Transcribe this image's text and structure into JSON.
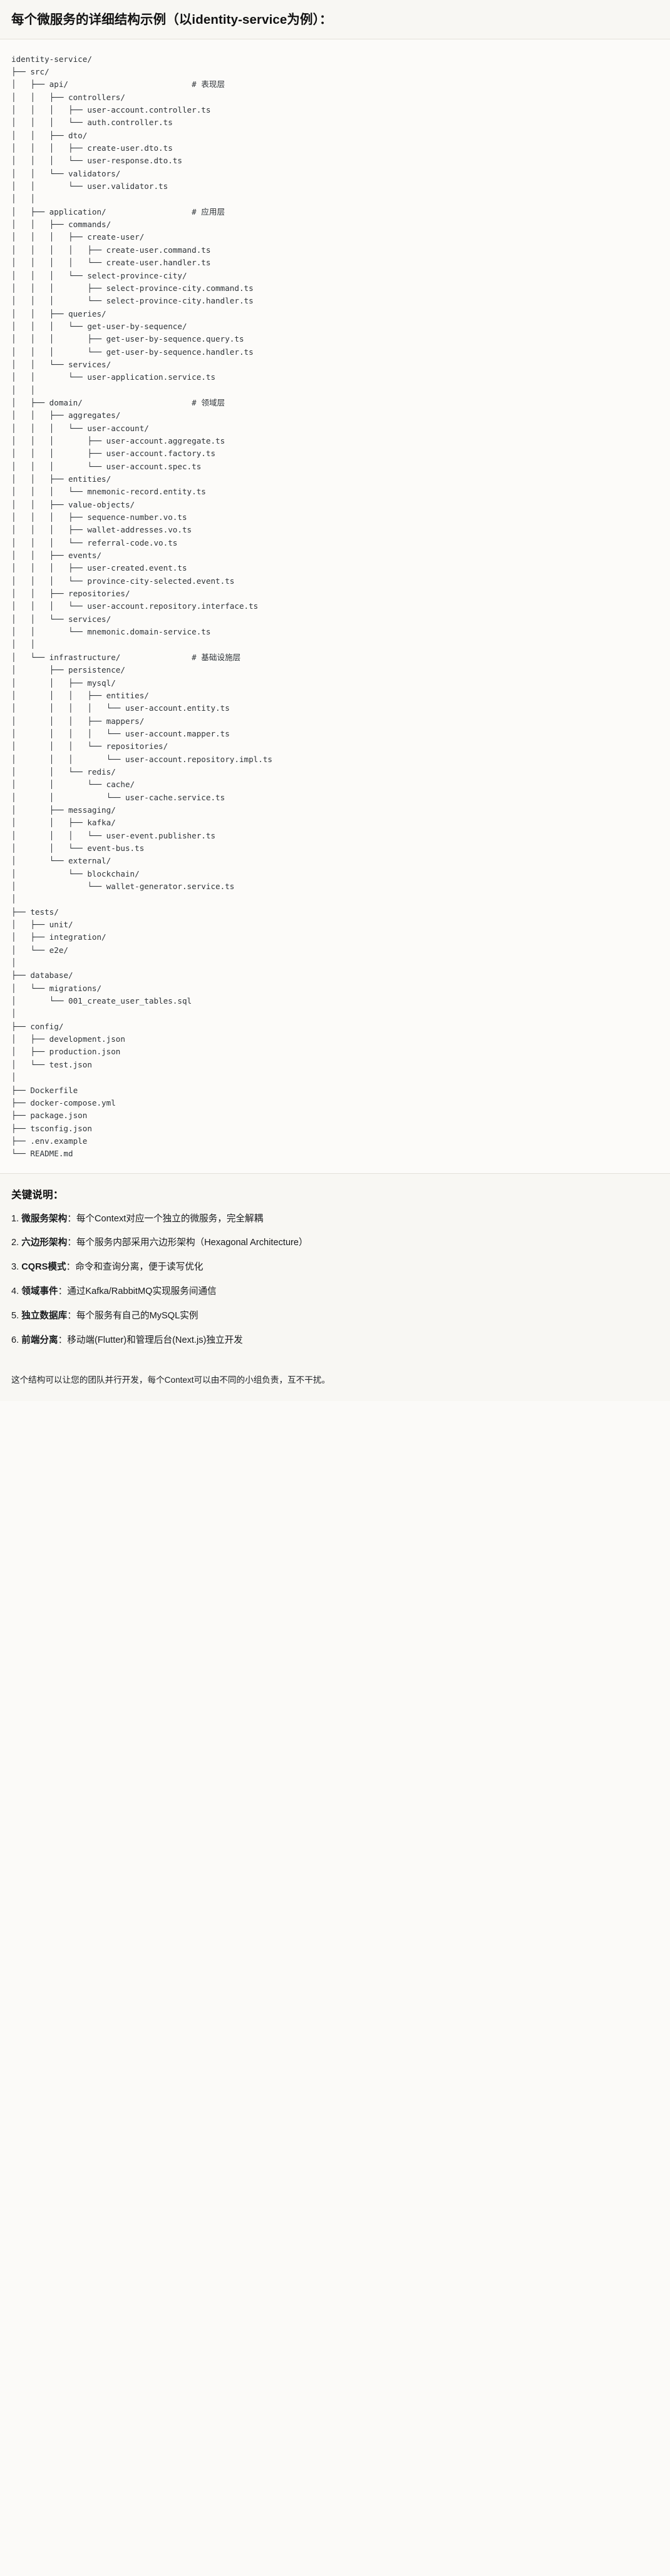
{
  "header": {
    "title": "每个微服务的详细结构示例（以identity-service为例）："
  },
  "tree": {
    "root": "identity-service/",
    "text": "identity-service/\n├── src/\n│   ├── api/                          # 表现层\n│   │   ├── controllers/\n│   │   │   ├── user-account.controller.ts\n│   │   │   └── auth.controller.ts\n│   │   ├── dto/\n│   │   │   ├── create-user.dto.ts\n│   │   │   └── user-response.dto.ts\n│   │   └── validators/\n│   │       └── user.validator.ts\n│   │\n│   ├── application/                  # 应用层\n│   │   ├── commands/\n│   │   │   ├── create-user/\n│   │   │   │   ├── create-user.command.ts\n│   │   │   │   └── create-user.handler.ts\n│   │   │   └── select-province-city/\n│   │   │       ├── select-province-city.command.ts\n│   │   │       └── select-province-city.handler.ts\n│   │   ├── queries/\n│   │   │   └── get-user-by-sequence/\n│   │   │       ├── get-user-by-sequence.query.ts\n│   │   │       └── get-user-by-sequence.handler.ts\n│   │   └── services/\n│   │       └── user-application.service.ts\n│   │\n│   ├── domain/                       # 领域层\n│   │   ├── aggregates/\n│   │   │   └── user-account/\n│   │   │       ├── user-account.aggregate.ts\n│   │   │       ├── user-account.factory.ts\n│   │   │       └── user-account.spec.ts\n│   │   ├── entities/\n│   │   │   └── mnemonic-record.entity.ts\n│   │   ├── value-objects/\n│   │   │   ├── sequence-number.vo.ts\n│   │   │   ├── wallet-addresses.vo.ts\n│   │   │   └── referral-code.vo.ts\n│   │   ├── events/\n│   │   │   ├── user-created.event.ts\n│   │   │   └── province-city-selected.event.ts\n│   │   ├── repositories/\n│   │   │   └── user-account.repository.interface.ts\n│   │   └── services/\n│   │       └── mnemonic.domain-service.ts\n│   │\n│   └── infrastructure/               # 基础设施层\n│       ├── persistence/\n│       │   ├── mysql/\n│       │   │   ├── entities/\n│       │   │   │   └── user-account.entity.ts\n│       │   │   ├── mappers/\n│       │   │   │   └── user-account.mapper.ts\n│       │   │   └── repositories/\n│       │   │       └── user-account.repository.impl.ts\n│       │   └── redis/\n│       │       └── cache/\n│       │           └── user-cache.service.ts\n│       ├── messaging/\n│       │   ├── kafka/\n│       │   │   └── user-event.publisher.ts\n│       │   └── event-bus.ts\n│       └── external/\n│           └── blockchain/\n│               └── wallet-generator.service.ts\n│\n├── tests/\n│   ├── unit/\n│   ├── integration/\n│   └── e2e/\n│\n├── database/\n│   └── migrations/\n│       └── 001_create_user_tables.sql\n│\n├── config/\n│   ├── development.json\n│   ├── production.json\n│   └── test.json\n│\n├── Dockerfile\n├── docker-compose.yml\n├── package.json\n├── tsconfig.json\n├── .env.example\n└── README.md",
    "layer_comments": [
      "# 表现层",
      "# 应用层",
      "# 领域层",
      "# 基础设施层"
    ]
  },
  "notes": {
    "title": "关键说明：",
    "items": [
      {
        "term": "微服务架构",
        "sep": "：",
        "text": "每个Context对应一个独立的微服务，完全解耦"
      },
      {
        "term": "六边形架构",
        "sep": "：",
        "text": "每个服务内部采用六边形架构（Hexagonal Architecture）"
      },
      {
        "term": "CQRS模式",
        "sep": "：",
        "text": "命令和查询分离，便于读写优化"
      },
      {
        "term": "领域事件",
        "sep": "：",
        "text": "通过Kafka/RabbitMQ实现服务间通信"
      },
      {
        "term": "独立数据库",
        "sep": "：",
        "text": "每个服务有自己的MySQL实例"
      },
      {
        "term": "前端分离",
        "sep": "：",
        "text": "移动端(Flutter)和管理后台(Next.js)独立开发"
      }
    ]
  },
  "footer": {
    "text": "这个结构可以让您的团队并行开发，每个Context可以由不同的小组负责，互不干扰。"
  }
}
